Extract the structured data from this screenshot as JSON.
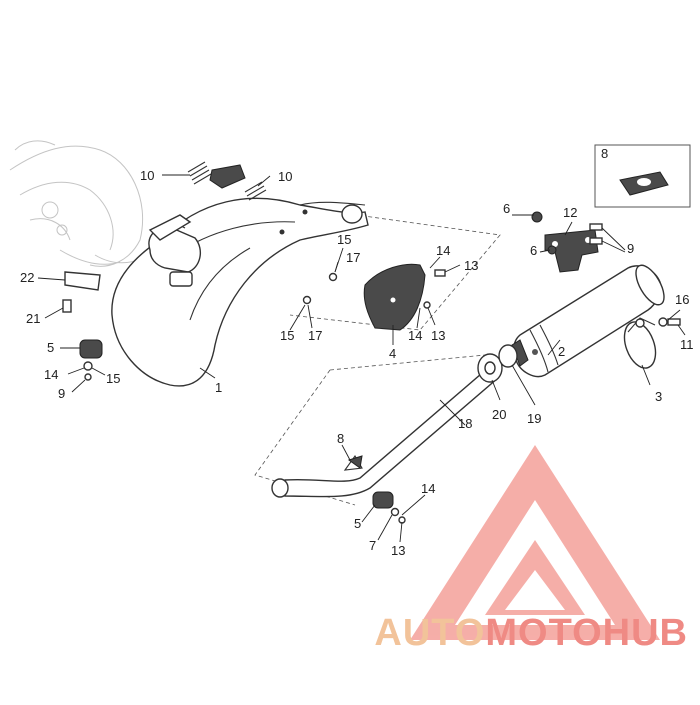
{
  "diagram": {
    "callouts": {
      "c1": "1",
      "c2": "2",
      "c3": "3",
      "c4": "4",
      "c5a": "5",
      "c5b": "5",
      "c6a": "6",
      "c6b": "6",
      "c7": "7",
      "c8a": "8",
      "c8b": "8",
      "c9a": "9",
      "c9b": "9",
      "c10a": "10",
      "c10b": "10",
      "c11": "11",
      "c12": "12",
      "c13a": "13",
      "c13b": "13",
      "c13c": "13",
      "c14a": "14",
      "c14b": "14",
      "c14c": "14",
      "c14d": "14",
      "c15a": "15",
      "c15b": "15",
      "c15c": "15",
      "c16": "16",
      "c17a": "17",
      "c17b": "17",
      "c18": "18",
      "c19": "19",
      "c20": "20",
      "c21": "21",
      "c22": "22"
    }
  },
  "watermark": {
    "word1": "AUTO",
    "word2": "MOTO",
    "word3": "HUB",
    "color_orange": "#f2c39a",
    "color_red": "#ef8a84"
  }
}
